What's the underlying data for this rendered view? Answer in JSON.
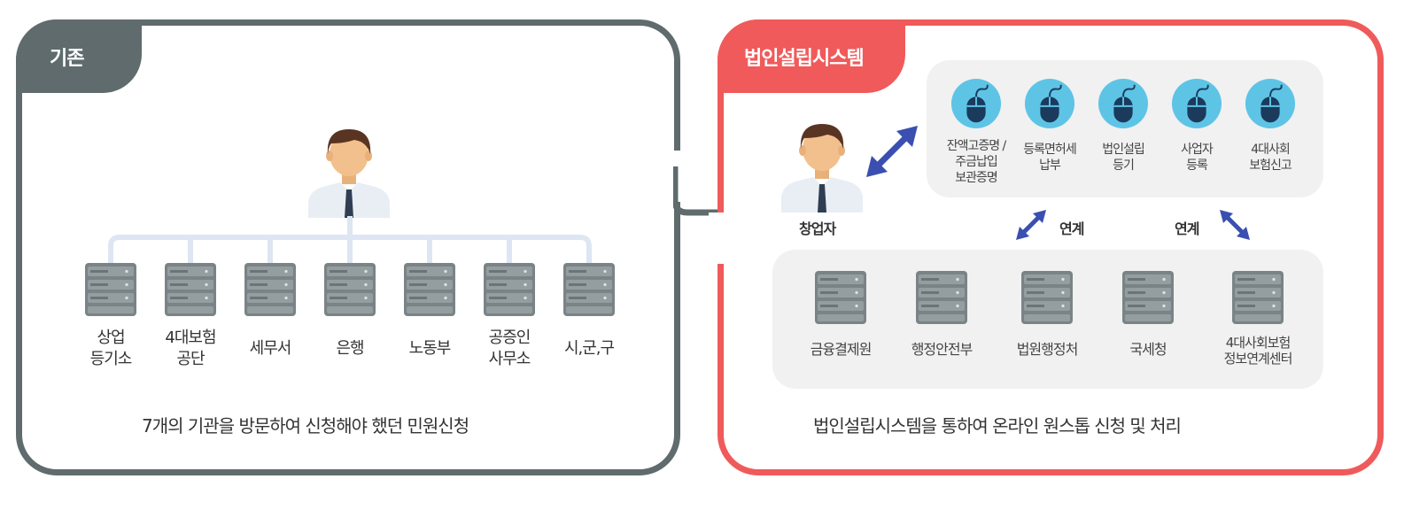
{
  "left": {
    "tab": "기존",
    "agencies": [
      {
        "line1": "상업",
        "line2": "등기소"
      },
      {
        "line1": "4대보험",
        "line2": "공단"
      },
      {
        "line1": "세무서",
        "line2": ""
      },
      {
        "line1": "은행",
        "line2": ""
      },
      {
        "line1": "노동부",
        "line2": ""
      },
      {
        "line1": "공증인",
        "line2": "사무소"
      },
      {
        "line1": "시,군,구",
        "line2": ""
      }
    ],
    "caption": "7개의 기관을 방문하여 신청해야 했던 민원신청"
  },
  "right": {
    "tab": "법인설립시스템",
    "person_label": "창업자",
    "services": [
      {
        "lines": [
          "잔액고증명 /",
          "주금납입",
          "보관증명"
        ]
      },
      {
        "lines": [
          "등록면허세",
          "납부"
        ]
      },
      {
        "lines": [
          "법인설립",
          "등기"
        ]
      },
      {
        "lines": [
          "사업자",
          "등록"
        ]
      },
      {
        "lines": [
          "4대사회",
          "보험신고"
        ]
      }
    ],
    "link_left": "연계",
    "link_right": "연계",
    "agencies": [
      {
        "line1": "금융결제원",
        "line2": ""
      },
      {
        "line1": "행정안전부",
        "line2": ""
      },
      {
        "line1": "법원행정처",
        "line2": ""
      },
      {
        "line1": "국세청",
        "line2": ""
      },
      {
        "line1": "4대사회보험",
        "line2": "정보연계센터"
      }
    ],
    "caption": "법인설립시스템을 통하여 온라인 원스톱 신청 및 처리"
  },
  "colors": {
    "left_accent": "#5f6b6d",
    "right_accent": "#f05a5a",
    "arrow_blue": "#3a4fb0",
    "mouse_circle": "#5ec4e6",
    "server": "#7a8486"
  },
  "icons": {
    "person": "businessman-icon",
    "server": "server-rack-icon",
    "service": "mouse-click-icon",
    "flow": "chevron-right-arrow",
    "link": "double-arrow-icon"
  }
}
